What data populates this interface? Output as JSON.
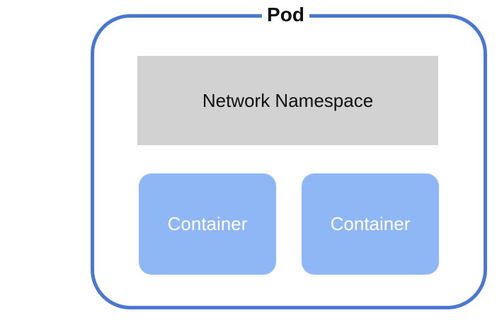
{
  "pod": {
    "label": "Pod",
    "border_color": "#4a77d1"
  },
  "network_namespace": {
    "label": "Network Namespace",
    "fill_color": "#d2d2d2"
  },
  "containers": [
    {
      "label": "Container",
      "fill_color": "#8fb7f6"
    },
    {
      "label": "Container",
      "fill_color": "#8fb7f6"
    }
  ]
}
